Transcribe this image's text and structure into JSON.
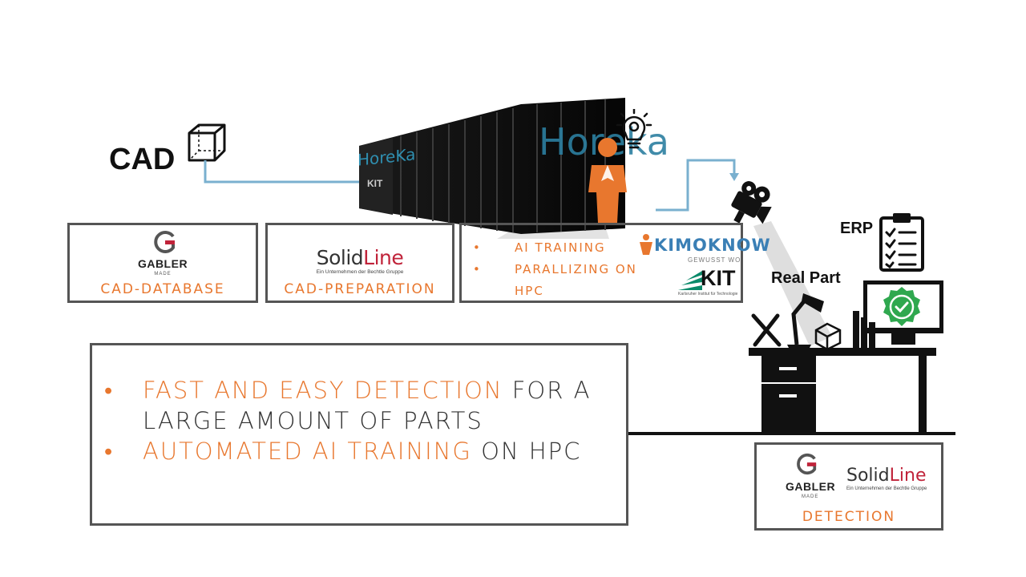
{
  "cad": {
    "label": "CAD"
  },
  "erp": {
    "label": "ERP"
  },
  "real_part": {
    "label": "Real Part"
  },
  "supercomputer": {
    "name_left": "HoreKa",
    "name_main": "Horeka",
    "kit_badge": "KIT"
  },
  "boxes": {
    "cad_database": {
      "logo_text": "GABLER",
      "logo_sub": "MADE",
      "caption": "CAD-DATABASE"
    },
    "cad_preparation": {
      "logo_solid": "Solid",
      "logo_line": "Line",
      "logo_sub": "Ein Unternehmen der Bechtle Gruppe",
      "caption": "CAD-PREPARATION"
    },
    "ai_training": {
      "items": [
        "AI TRAINING",
        "PARALLIZING ON",
        "HPC"
      ],
      "kimoknow_logo": "KIMOKNOW",
      "kimoknow_sub": "GEWUSST WO",
      "kit_logo": "KIT",
      "kit_sub": "Karlsruher Institut für Technologie"
    },
    "detection": {
      "gabler_text": "GABLER",
      "gabler_sub": "MADE",
      "solid_part": "Solid",
      "line_part": "Line",
      "solid_sub": "Ein Unternehmen der Bechtle Gruppe",
      "caption": "DETECTION"
    }
  },
  "summary": {
    "line1_highlight": "FAST AND EASY DETECTION",
    "line1_rest": " FOR A",
    "line2": "LARGE AMOUNT OF PARTS",
    "line3_highlight": "AUTOMATED AI TRAINING",
    "line3_rest": " ON HPC",
    "bullet": "•"
  },
  "colors": {
    "accent": "#e8772e",
    "connector": "#7ab0cf",
    "border": "#555555",
    "brand_red": "#c0233a",
    "check_green": "#2fa84f"
  },
  "icons": [
    "cube-icon",
    "lightbulb-gear-icon",
    "person-icon",
    "camera-icon",
    "clipboard-checklist-icon",
    "desk-icon",
    "lamp-icon",
    "tools-icon",
    "monitor-icon",
    "badge-check-icon"
  ]
}
